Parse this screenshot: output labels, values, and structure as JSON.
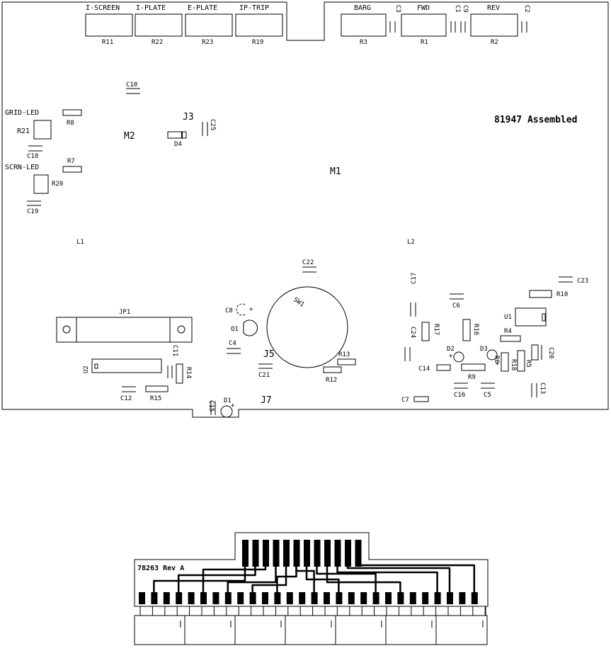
{
  "board": {
    "assembly_label": "81947 Assembled",
    "top_connectors": [
      {
        "name": "I-SCREEN",
        "ref": "R11"
      },
      {
        "name": "I-PLATE",
        "ref": "R22"
      },
      {
        "name": "E-PLATE",
        "ref": "R23"
      },
      {
        "name": "IP-TRIP",
        "ref": "R19"
      },
      {
        "name": "BARG",
        "ref": "R3"
      },
      {
        "name": "FWD",
        "ref": "R1"
      },
      {
        "name": "REV",
        "ref": "R2"
      }
    ],
    "refs": {
      "c3": "C3",
      "c1": "C1",
      "c9": "C9",
      "c2": "C2",
      "c10": "C10",
      "grid_led": "GRID-LED",
      "r8": "R8",
      "r21": "R21",
      "c18": "C18",
      "scrn_led": "SCRN-LED",
      "r7": "R7",
      "r20": "R20",
      "c19": "C19",
      "m2": "M2",
      "j3": "J3",
      "d4": "D4",
      "c25": "C25",
      "m1": "M1",
      "l1": "L1",
      "l2": "L2",
      "c22": "C22",
      "sw1": "SW1",
      "c8": "C8",
      "q1": "Q1",
      "c4": "C4",
      "j5": "J5",
      "c21": "C21",
      "r13": "R13",
      "r12": "R12",
      "jp1": "JP1",
      "u2": "U2",
      "c11": "C11",
      "r14": "R14",
      "c12": "C12",
      "r15": "R15",
      "c15": "C15",
      "d1": "D1",
      "j7": "J7",
      "c17": "C17",
      "c6": "C6",
      "r10": "R10",
      "c23": "C23",
      "u1": "U1",
      "c24": "C24",
      "r17": "R17",
      "r16": "R16",
      "r4": "R4",
      "d2": "D2",
      "d3": "D3",
      "c20": "C20",
      "c14": "C14",
      "r9": "R9",
      "r6": "R6",
      "r18": "R18",
      "r5": "R5",
      "c16": "C16",
      "c5": "C5",
      "c13": "C13",
      "c7": "C7"
    }
  },
  "ribbon": {
    "label": "78263 Rev A"
  }
}
